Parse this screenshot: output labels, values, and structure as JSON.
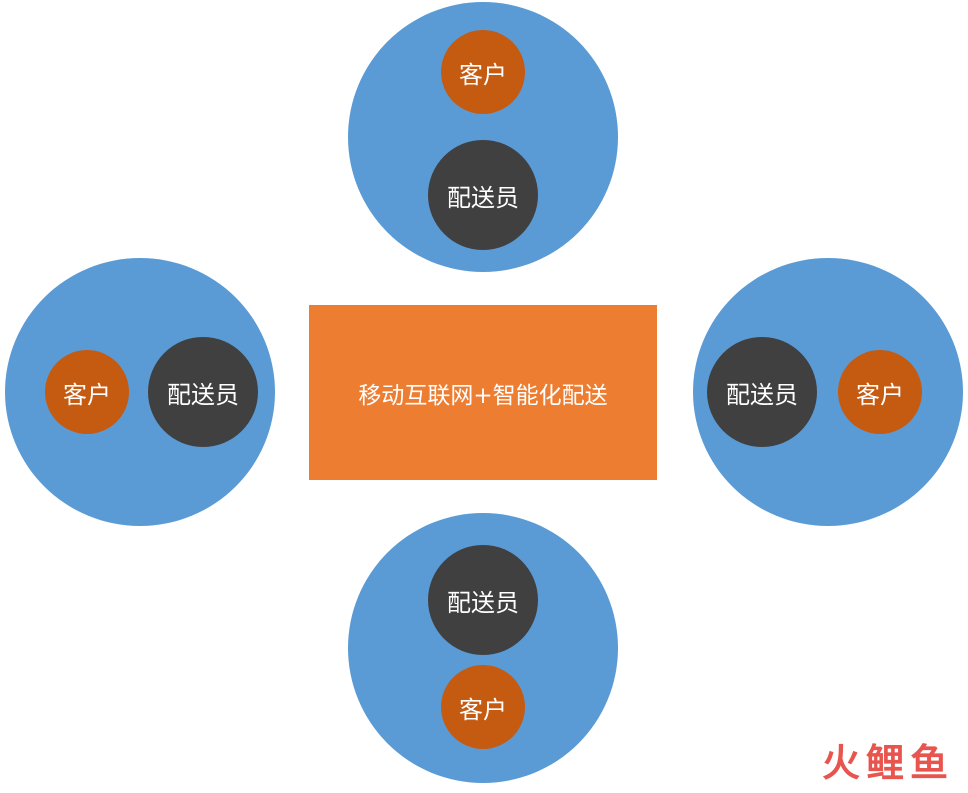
{
  "center": {
    "label": "移动互联网+智能化配送"
  },
  "groups": {
    "top": {
      "customer": "客户",
      "courier": "配送员"
    },
    "left": {
      "customer": "客户",
      "courier": "配送员"
    },
    "right": {
      "customer": "客户",
      "courier": "配送员"
    },
    "bottom": {
      "customer": "客户",
      "courier": "配送员"
    }
  },
  "watermark": {
    "chars": [
      "火",
      "鲤",
      "鱼"
    ]
  },
  "colors": {
    "outer_circle": "#5b9bd5",
    "customer": "#c55a11",
    "courier": "#404040",
    "center_box": "#ed7d31",
    "watermark": "#e8554e"
  }
}
